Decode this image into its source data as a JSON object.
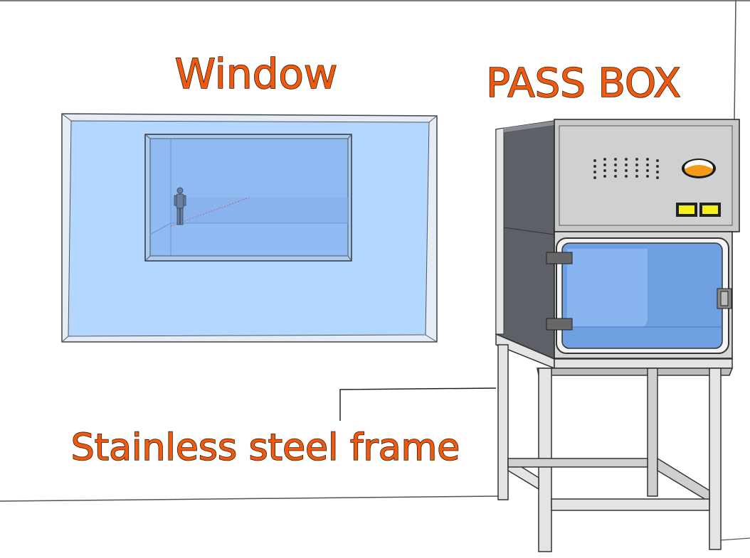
{
  "labels": {
    "window": "Window",
    "pass_box": "PASS BOX",
    "frame": "Stainless steel frame"
  },
  "colors": {
    "label_fill": "#f05a0f",
    "label_outline": "#3a1a05",
    "glass": "#b3d7ff",
    "glass_inner": "#8fbaf2",
    "steel_light": "#dcdcdc",
    "steel_dark": "#5d6066",
    "door_glass": "#6e9fe0",
    "indicator_orange": "#f29a1a",
    "indicator_yellow": "#f5ee1d"
  },
  "icons": {
    "person": "person-figure-icon",
    "vent": "vent-holes-icon",
    "gauge": "gauge-icon",
    "buttons": "indicator-buttons-icon"
  }
}
